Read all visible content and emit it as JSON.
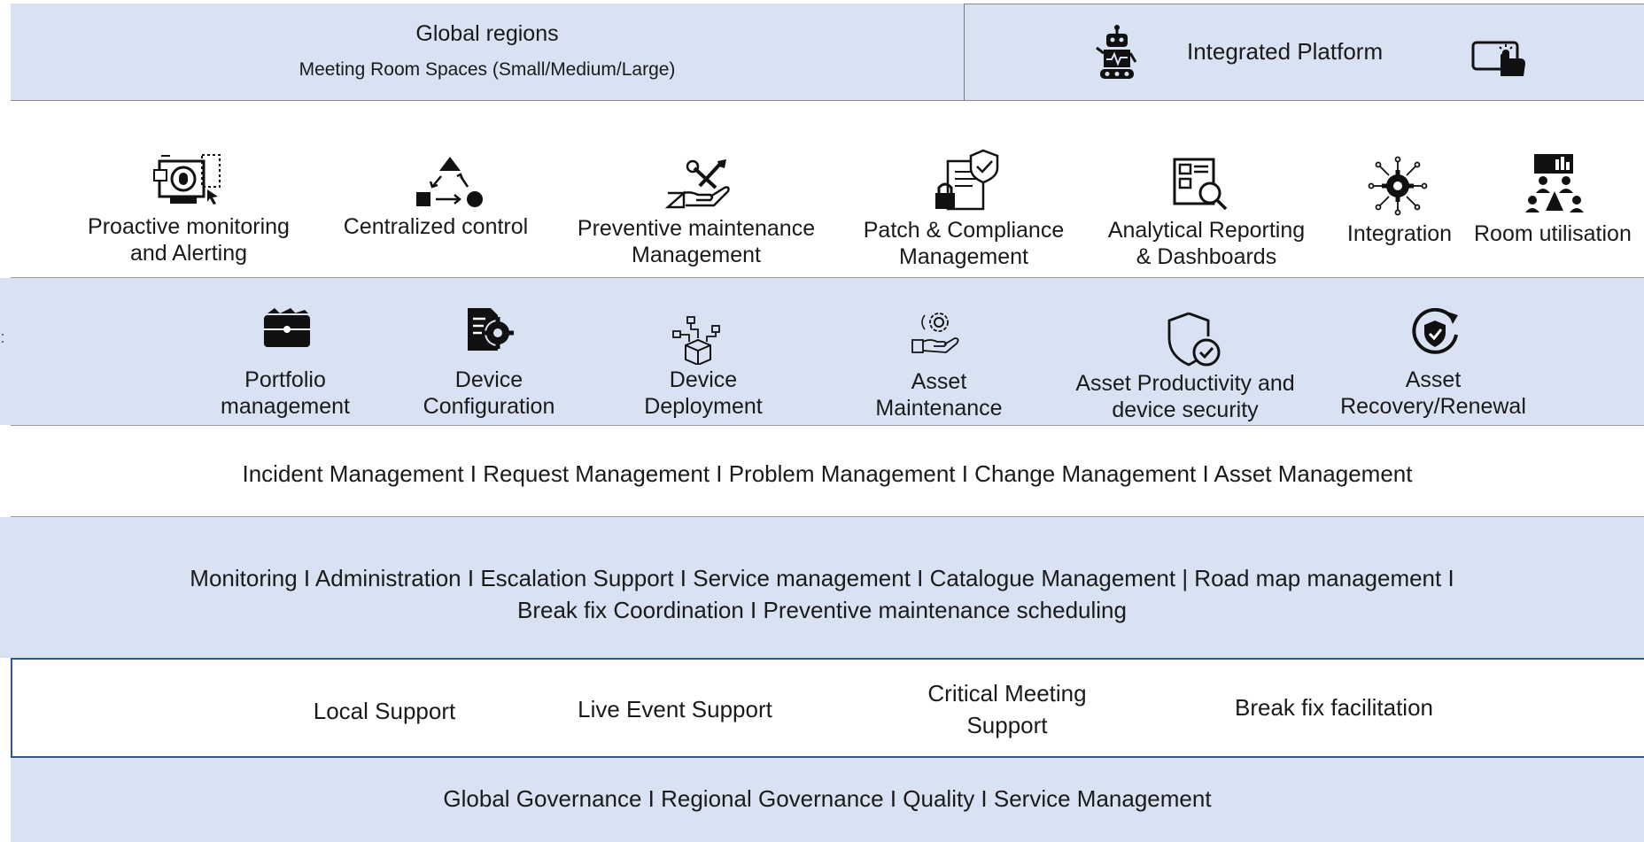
{
  "header": {
    "regions_title": "Global regions",
    "regions_subtitle": "Meeting Room Spaces (Small/Medium/Large)",
    "platform_label": "Integrated Platform"
  },
  "platform_features": [
    {
      "line1": "Proactive monitoring",
      "line2": "and Alerting",
      "icon": "monitor-alert-icon"
    },
    {
      "line1": "Centralized control",
      "line2": "",
      "icon": "control-flow-icon"
    },
    {
      "line1": "Preventive maintenance",
      "line2": "Management",
      "icon": "maintenance-hand-icon"
    },
    {
      "line1": "Patch & Compliance",
      "line2": "Management",
      "icon": "compliance-document-icon"
    },
    {
      "line1": "Analytical Reporting",
      "line2": "& Dashboards",
      "icon": "report-search-icon"
    },
    {
      "line1": "Integration",
      "line2": "",
      "icon": "integration-gear-icon"
    },
    {
      "line1": "Room utilisation",
      "line2": "",
      "icon": "room-utilisation-icon"
    }
  ],
  "asset_services": [
    {
      "line1": "Portfolio",
      "line2": "management",
      "icon": "wallet-icon"
    },
    {
      "line1": "Device",
      "line2": "Configuration",
      "icon": "device-config-icon"
    },
    {
      "line1": "Device",
      "line2": "Deployment",
      "icon": "deployment-box-icon"
    },
    {
      "line1": "Asset",
      "line2": "Maintenance",
      "icon": "asset-maintenance-icon"
    },
    {
      "line1": "Asset Productivity and",
      "line2": "device security",
      "icon": "shield-check-icon"
    },
    {
      "line1": "Asset",
      "line2": "Recovery/Renewal",
      "icon": "shield-refresh-icon"
    }
  ],
  "itsm_processes": "Incident Management I Request Management I Problem Management I Change Management  I Asset Management",
  "operations": {
    "line1": "Monitoring I Administration I Escalation Support I Service  management  I Catalogue Management |  Road map management I",
    "line2": "Break fix Coordination  I Preventive maintenance scheduling"
  },
  "onsite_support": [
    {
      "line1": "Local Support",
      "line2": ""
    },
    {
      "line1": "Live Event Support",
      "line2": ""
    },
    {
      "line1": "Critical Meeting",
      "line2": "Support"
    },
    {
      "line1": "Break fix facilitation",
      "line2": ""
    }
  ],
  "governance": "Global Governance I Regional Governance I Quality I Service Management",
  "colors": {
    "band_blue": "#d9e2f3",
    "border_blue": "#2f5597",
    "icon": "#111111"
  }
}
